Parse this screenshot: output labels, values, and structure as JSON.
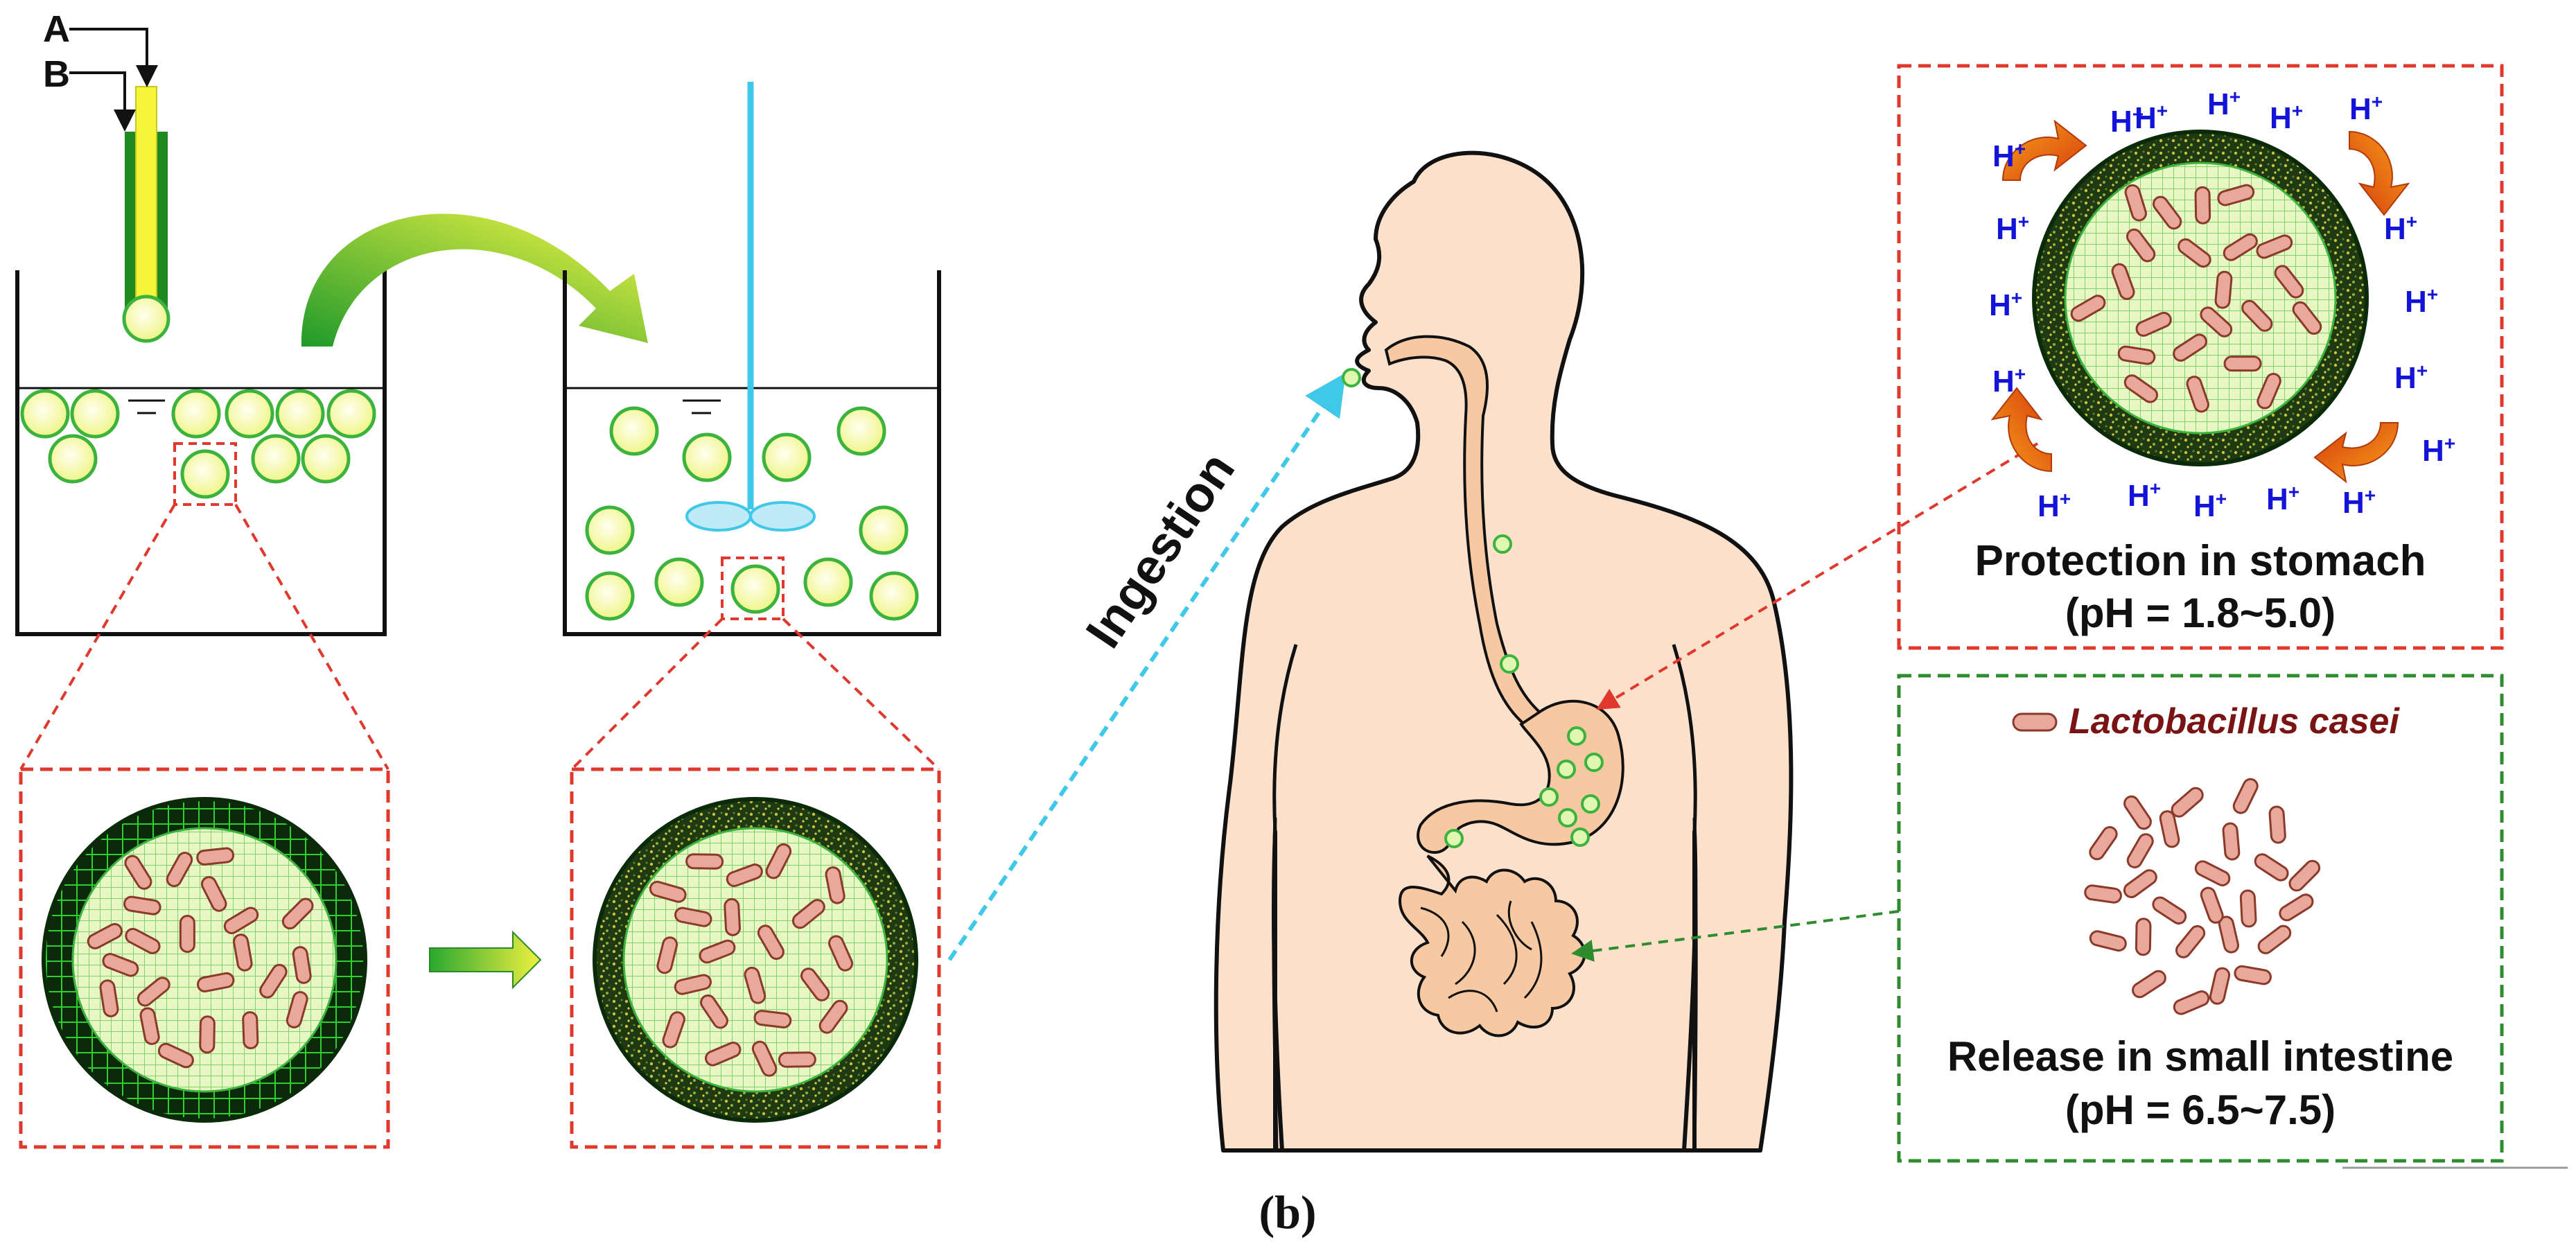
{
  "labels": {
    "nozzle_outer": "A",
    "nozzle_inner": "B",
    "ingestion": "Ingestion",
    "stomach_title": "Protection in stomach",
    "stomach_ph": "(pH = 1.8~5.0)",
    "intestine_title": "Release in small intestine",
    "intestine_ph": "(pH = 6.5~7.5)",
    "bacteria_legend": "Lactobacillus casei",
    "panel_label": "(b)",
    "proton_symbol": "H",
    "proton_charge": "+"
  },
  "colors": {
    "bead_fill": "#f3fb9a",
    "bead_stroke": "#3cb33c",
    "dashed_red": "#e0382c",
    "dashed_green": "#2e8b2e",
    "arrow_cyan": "#3fc8e8",
    "body_fill": "#fbe1cc",
    "gut_fill": "#f6c9a2",
    "bacteria_fill": "#e9a89a",
    "proton_blue": "#1414d8",
    "acid_arrow": "#ee5a12"
  }
}
